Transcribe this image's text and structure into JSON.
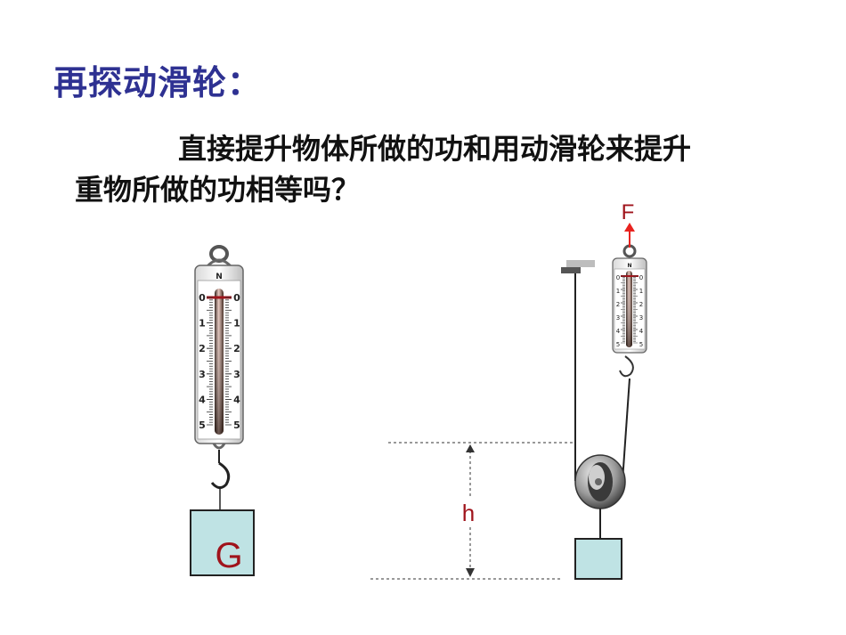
{
  "title": "再探动滑轮：",
  "question": {
    "line1": "直接提升物体所做的功和用动滑轮来提升",
    "line2": "重物所做的功相等吗？"
  },
  "labels": {
    "force": "F",
    "height": "h",
    "weight": "G",
    "unit": "N"
  },
  "scale_ticks": [
    "0",
    "1",
    "2",
    "3",
    "4",
    "5"
  ],
  "colors": {
    "title": "#2E3192",
    "label_red": "#8B1A1A",
    "block_fill": "#BFE3E4",
    "arrow_red": "#E8231F"
  }
}
